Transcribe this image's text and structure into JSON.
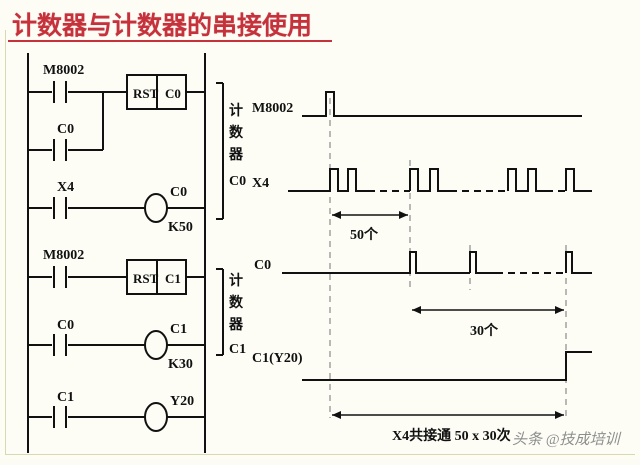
{
  "title": "计数器与计数器的串接使用",
  "watermark": "头条 @技成培训",
  "ladder": {
    "block1": {
      "bracket_label": "计数器 C0",
      "rungs": [
        {
          "contacts": [
            "M8002"
          ],
          "instruction_box": {
            "op": "RST",
            "arg": "C0"
          }
        },
        {
          "contacts": [
            "C0"
          ]
        },
        {
          "contacts": [
            "X4"
          ],
          "coil": {
            "name": "C0",
            "preset": "K50"
          }
        }
      ]
    },
    "block2": {
      "bracket_label": "计数器 C1",
      "rungs": [
        {
          "contacts": [
            "M8002"
          ],
          "instruction_box": {
            "op": "RST",
            "arg": "C1"
          }
        },
        {
          "contacts": [
            "C0"
          ],
          "coil": {
            "name": "C1",
            "preset": "K30"
          }
        },
        {
          "contacts": [
            "C1"
          ],
          "coil": {
            "name": "Y20",
            "preset": ""
          }
        }
      ]
    },
    "labels": {
      "m8002": "M8002",
      "c0": "C0",
      "c1": "C1",
      "x4": "X4",
      "y20": "Y20",
      "rst": "RST",
      "k50": "K50",
      "k30": "K30",
      "counter_c0": [
        "计",
        "数",
        "器",
        "C0"
      ],
      "counter_c1": [
        "计",
        "数",
        "器",
        "C1"
      ]
    }
  },
  "timing": {
    "signals": [
      {
        "name": "M8002",
        "label": "M8002"
      },
      {
        "name": "X4",
        "label": "X4"
      },
      {
        "name": "C0",
        "label": "C0"
      },
      {
        "name": "C1(Y20)",
        "label": "C1(Y20)"
      }
    ],
    "annotations": [
      {
        "name": "span-50",
        "text": "50个"
      },
      {
        "name": "span-30",
        "text": "30个"
      },
      {
        "name": "total",
        "text": "X4共接通 50 x 30次"
      }
    ]
  },
  "colors": {
    "title": "#c5323c",
    "line": "#111111",
    "background": "#fdfdf6",
    "frame": "#d8d9b0",
    "watermark": "#8d8d8d"
  }
}
